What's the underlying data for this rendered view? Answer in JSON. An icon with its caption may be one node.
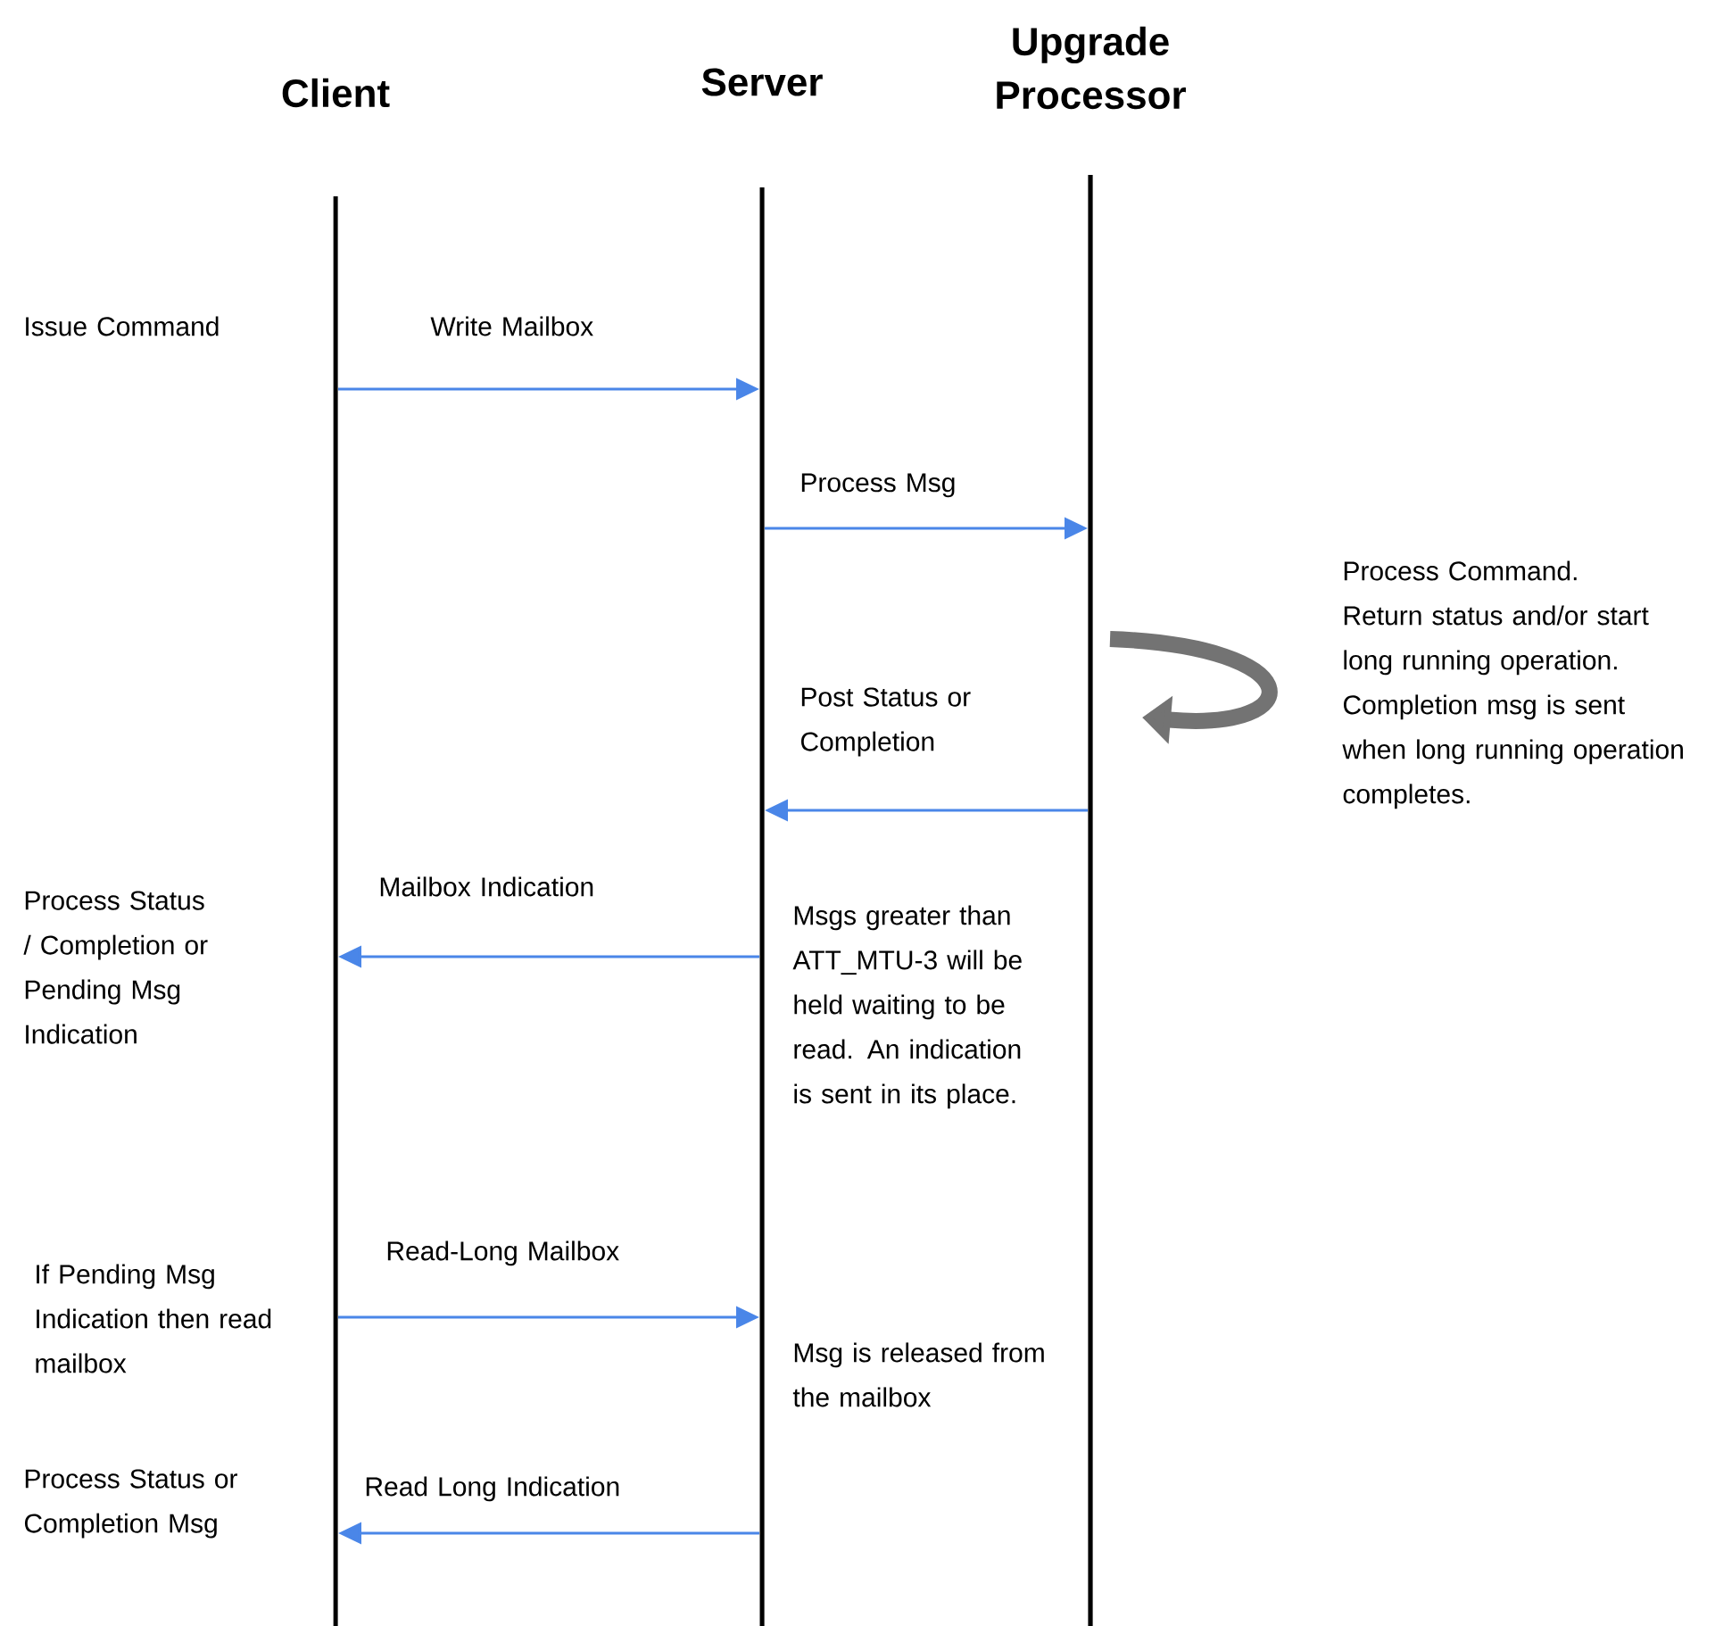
{
  "diagram": {
    "nodes": [
      {
        "text": [
          "Client"
        ]
      },
      {
        "text": [
          "Server"
        ]
      },
      {
        "text": [
          "Upgrade Processor"
        ]
      }
    ],
    "edges": [
      {
        "from": 0,
        "to": 1,
        "arrow": "to",
        "label": "Write Mailbox"
      },
      {
        "from": 1,
        "to": 2,
        "arrow": "to",
        "label": "Process Msg"
      },
      {
        "from": 2,
        "to": 1,
        "arrow": "to",
        "label": "Post Status or Completion"
      },
      {
        "from": 1,
        "to": 0,
        "arrow": "to",
        "label": "Mailbox Indication"
      },
      {
        "from": 0,
        "to": 1,
        "arrow": "to",
        "label": "Read-Long Mailbox"
      },
      {
        "from": 1,
        "to": 0,
        "arrow": "to",
        "label": "Read Long Indication"
      }
    ],
    "labels": [
      "Issue Command",
      "Process Command. Return status and/or start long running operation.  Completion msg is sent when long running operation completes.",
      "Process Status / Completion or Pending Msg Indication",
      "Msgs greater than ATT_MTU-3 will be held  waiting to be read. An indication is sent in its place.",
      "If Pending Msg Indication then read mailbox",
      "Msg is released from the mailbox",
      "Process Status or Completion Msg"
    ]
  }
}
